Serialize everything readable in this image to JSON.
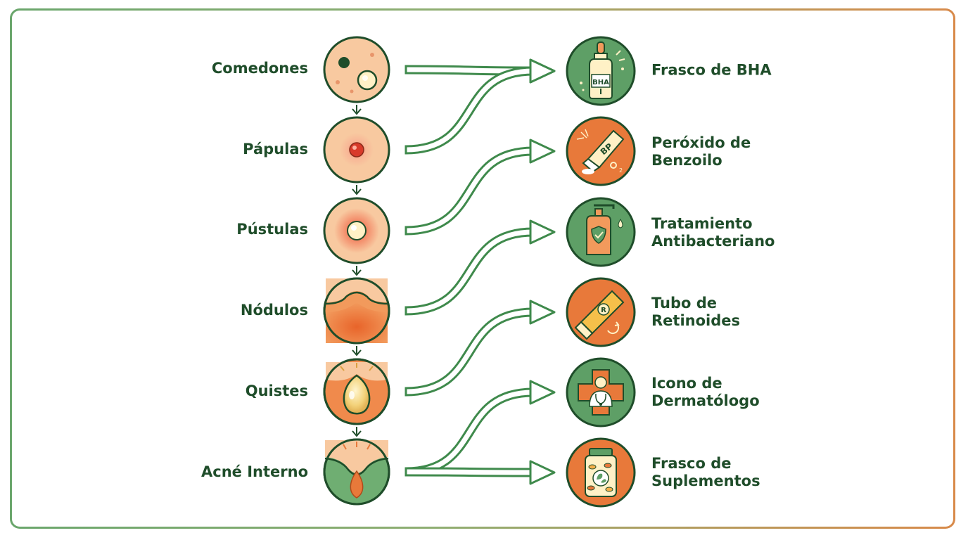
{
  "stages": [
    {
      "label": "Comedones"
    },
    {
      "label": "Pápulas"
    },
    {
      "label": "Pústulas"
    },
    {
      "label": "Nódulos"
    },
    {
      "label": "Quistes"
    },
    {
      "label": "Acné Interno"
    }
  ],
  "treatments": [
    {
      "line1": "Frasco de BHA",
      "line2": "",
      "icon": "serum-bottle-icon",
      "badge": "BHA"
    },
    {
      "line1": "Peróxido de",
      "line2": "Benzoilo",
      "icon": "cream-tube-icon",
      "badge": "BP",
      "subscript": "2"
    },
    {
      "line1": "Tratamiento",
      "line2": "Antibacteriano",
      "icon": "pump-bottle-icon"
    },
    {
      "line1": "Tubo de",
      "line2": "Retinoides",
      "icon": "retinoid-tube-icon",
      "badge": "R"
    },
    {
      "line1": "Icono de",
      "line2": "Dermatólogo",
      "icon": "dermatologist-icon"
    },
    {
      "line1": "Frasco de",
      "line2": "Suplementos",
      "icon": "supplement-jar-icon"
    }
  ],
  "connections": [
    [
      0,
      0
    ],
    [
      1,
      0
    ],
    [
      2,
      1
    ],
    [
      3,
      2
    ],
    [
      4,
      3
    ],
    [
      5,
      4
    ],
    [
      5,
      5
    ]
  ],
  "colors": {
    "dark_green": "#1f4d2a",
    "green": "#5e9f66",
    "light_green": "#8fc48a",
    "orange": "#e8793a",
    "peach": "#f5b98a",
    "skin": "#f8c9a0",
    "cream": "#fff1c6"
  }
}
